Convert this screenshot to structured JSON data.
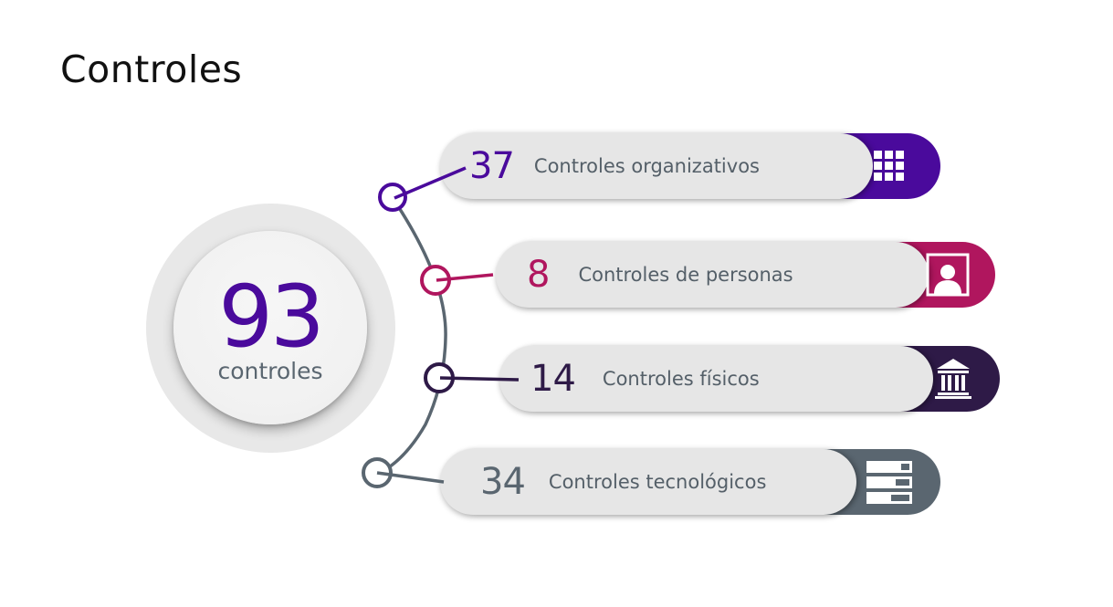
{
  "page": {
    "title": "Controles"
  },
  "summary": {
    "total": "93",
    "total_label": "controles",
    "accent_color": "#4a0a9c"
  },
  "categories": [
    {
      "count": "37",
      "label": "Controles organizativos",
      "icon": "grid-icon",
      "color": "#4a0a9c"
    },
    {
      "count": "8",
      "label": "Controles de personas",
      "icon": "person-portrait-icon",
      "color": "#b0165e"
    },
    {
      "count": "14",
      "label": "Controles físicos",
      "icon": "building-columns-icon",
      "color": "#2e1a47"
    },
    {
      "count": "34",
      "label": "Controles tecnológicos",
      "icon": "server-rack-icon",
      "color": "#5a6670"
    }
  ],
  "chart_data": {
    "type": "table",
    "title": "Controles",
    "total": 93,
    "total_label": "controles",
    "categories": [
      "Controles organizativos",
      "Controles de personas",
      "Controles físicos",
      "Controles tecnológicos"
    ],
    "values": [
      37,
      8,
      14,
      34
    ]
  }
}
